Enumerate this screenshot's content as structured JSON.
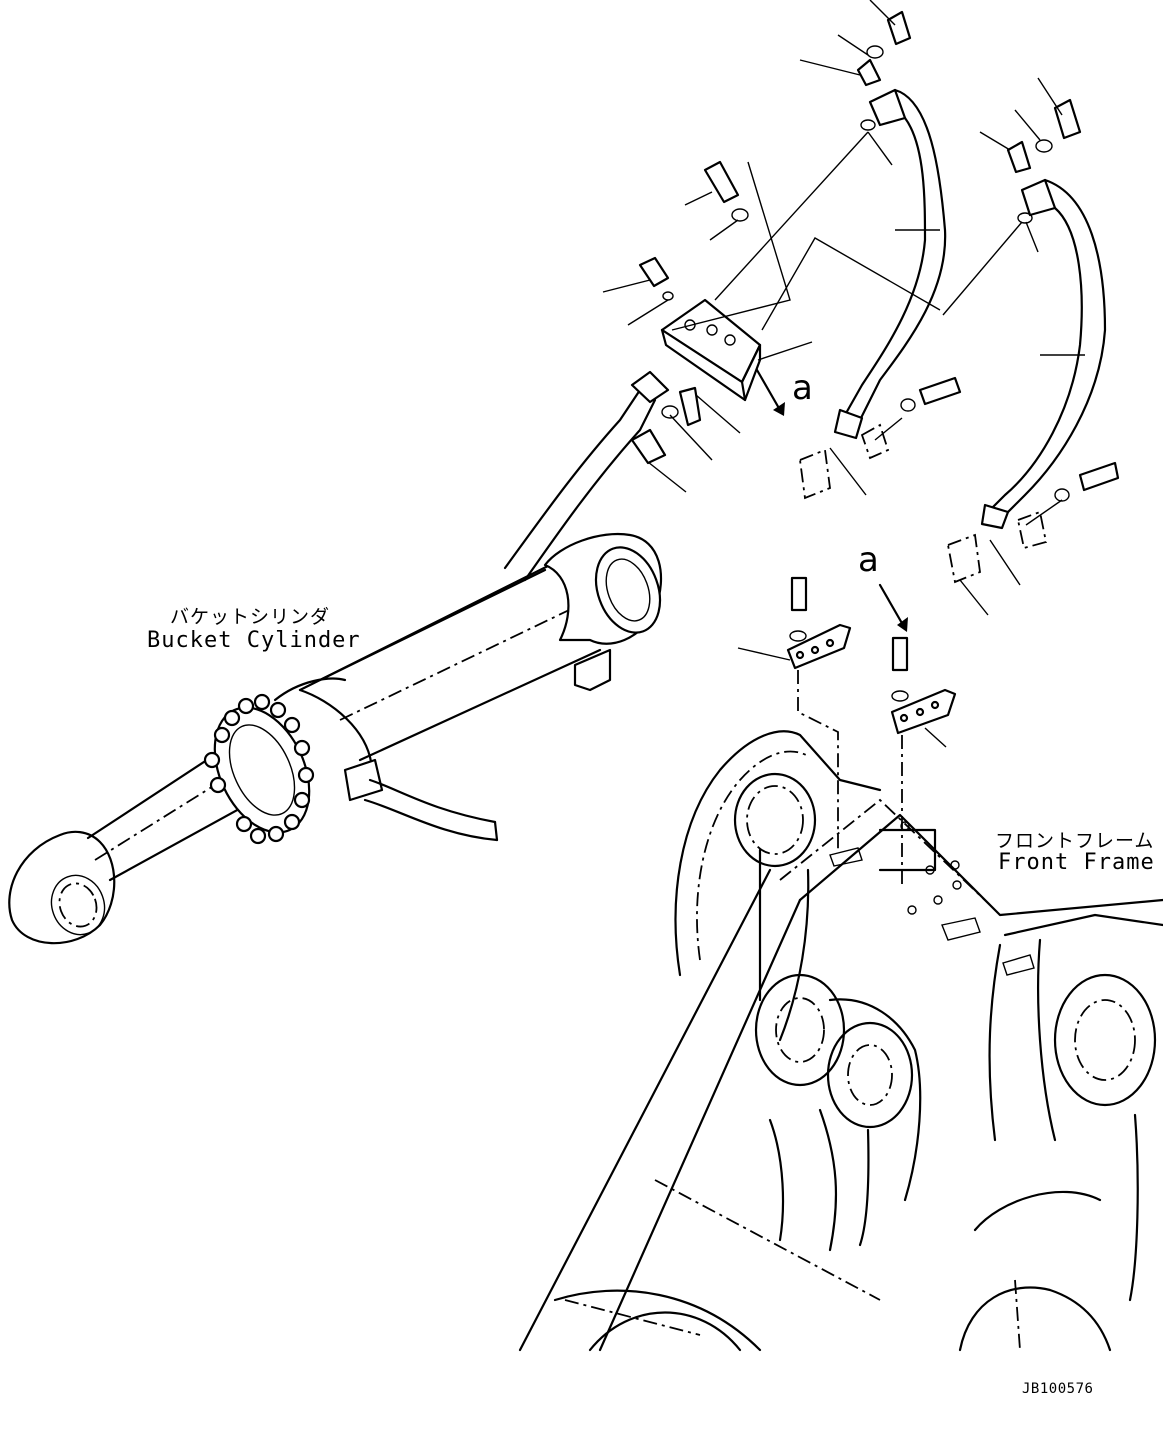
{
  "labels": {
    "bucket_cylinder_jp": "バケットシリンダ",
    "bucket_cylinder_en": "Bucket Cylinder",
    "front_frame_jp": "フロントフレーム",
    "front_frame_en": "Front Frame",
    "view_a_1": "a",
    "view_a_2": "a",
    "drawing_code": "JB100576"
  },
  "icons": [
    "hydraulic-hose-icon",
    "bolt-icon",
    "washer-icon",
    "clamp-icon",
    "o-ring-icon",
    "valve-block-icon",
    "bracket-icon"
  ]
}
